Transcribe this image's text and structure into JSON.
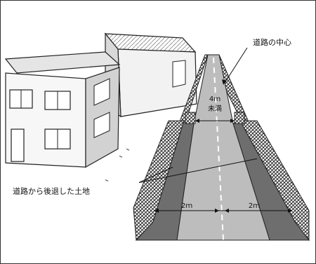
{
  "diagram": {
    "label_center": "道路の中心",
    "label_width_top": "4ｍ",
    "label_width_bottom": "未満",
    "label_setback": "道路から後退した土地",
    "label_left_half": "2ｍ",
    "label_right_half": "2ｍ"
  }
}
